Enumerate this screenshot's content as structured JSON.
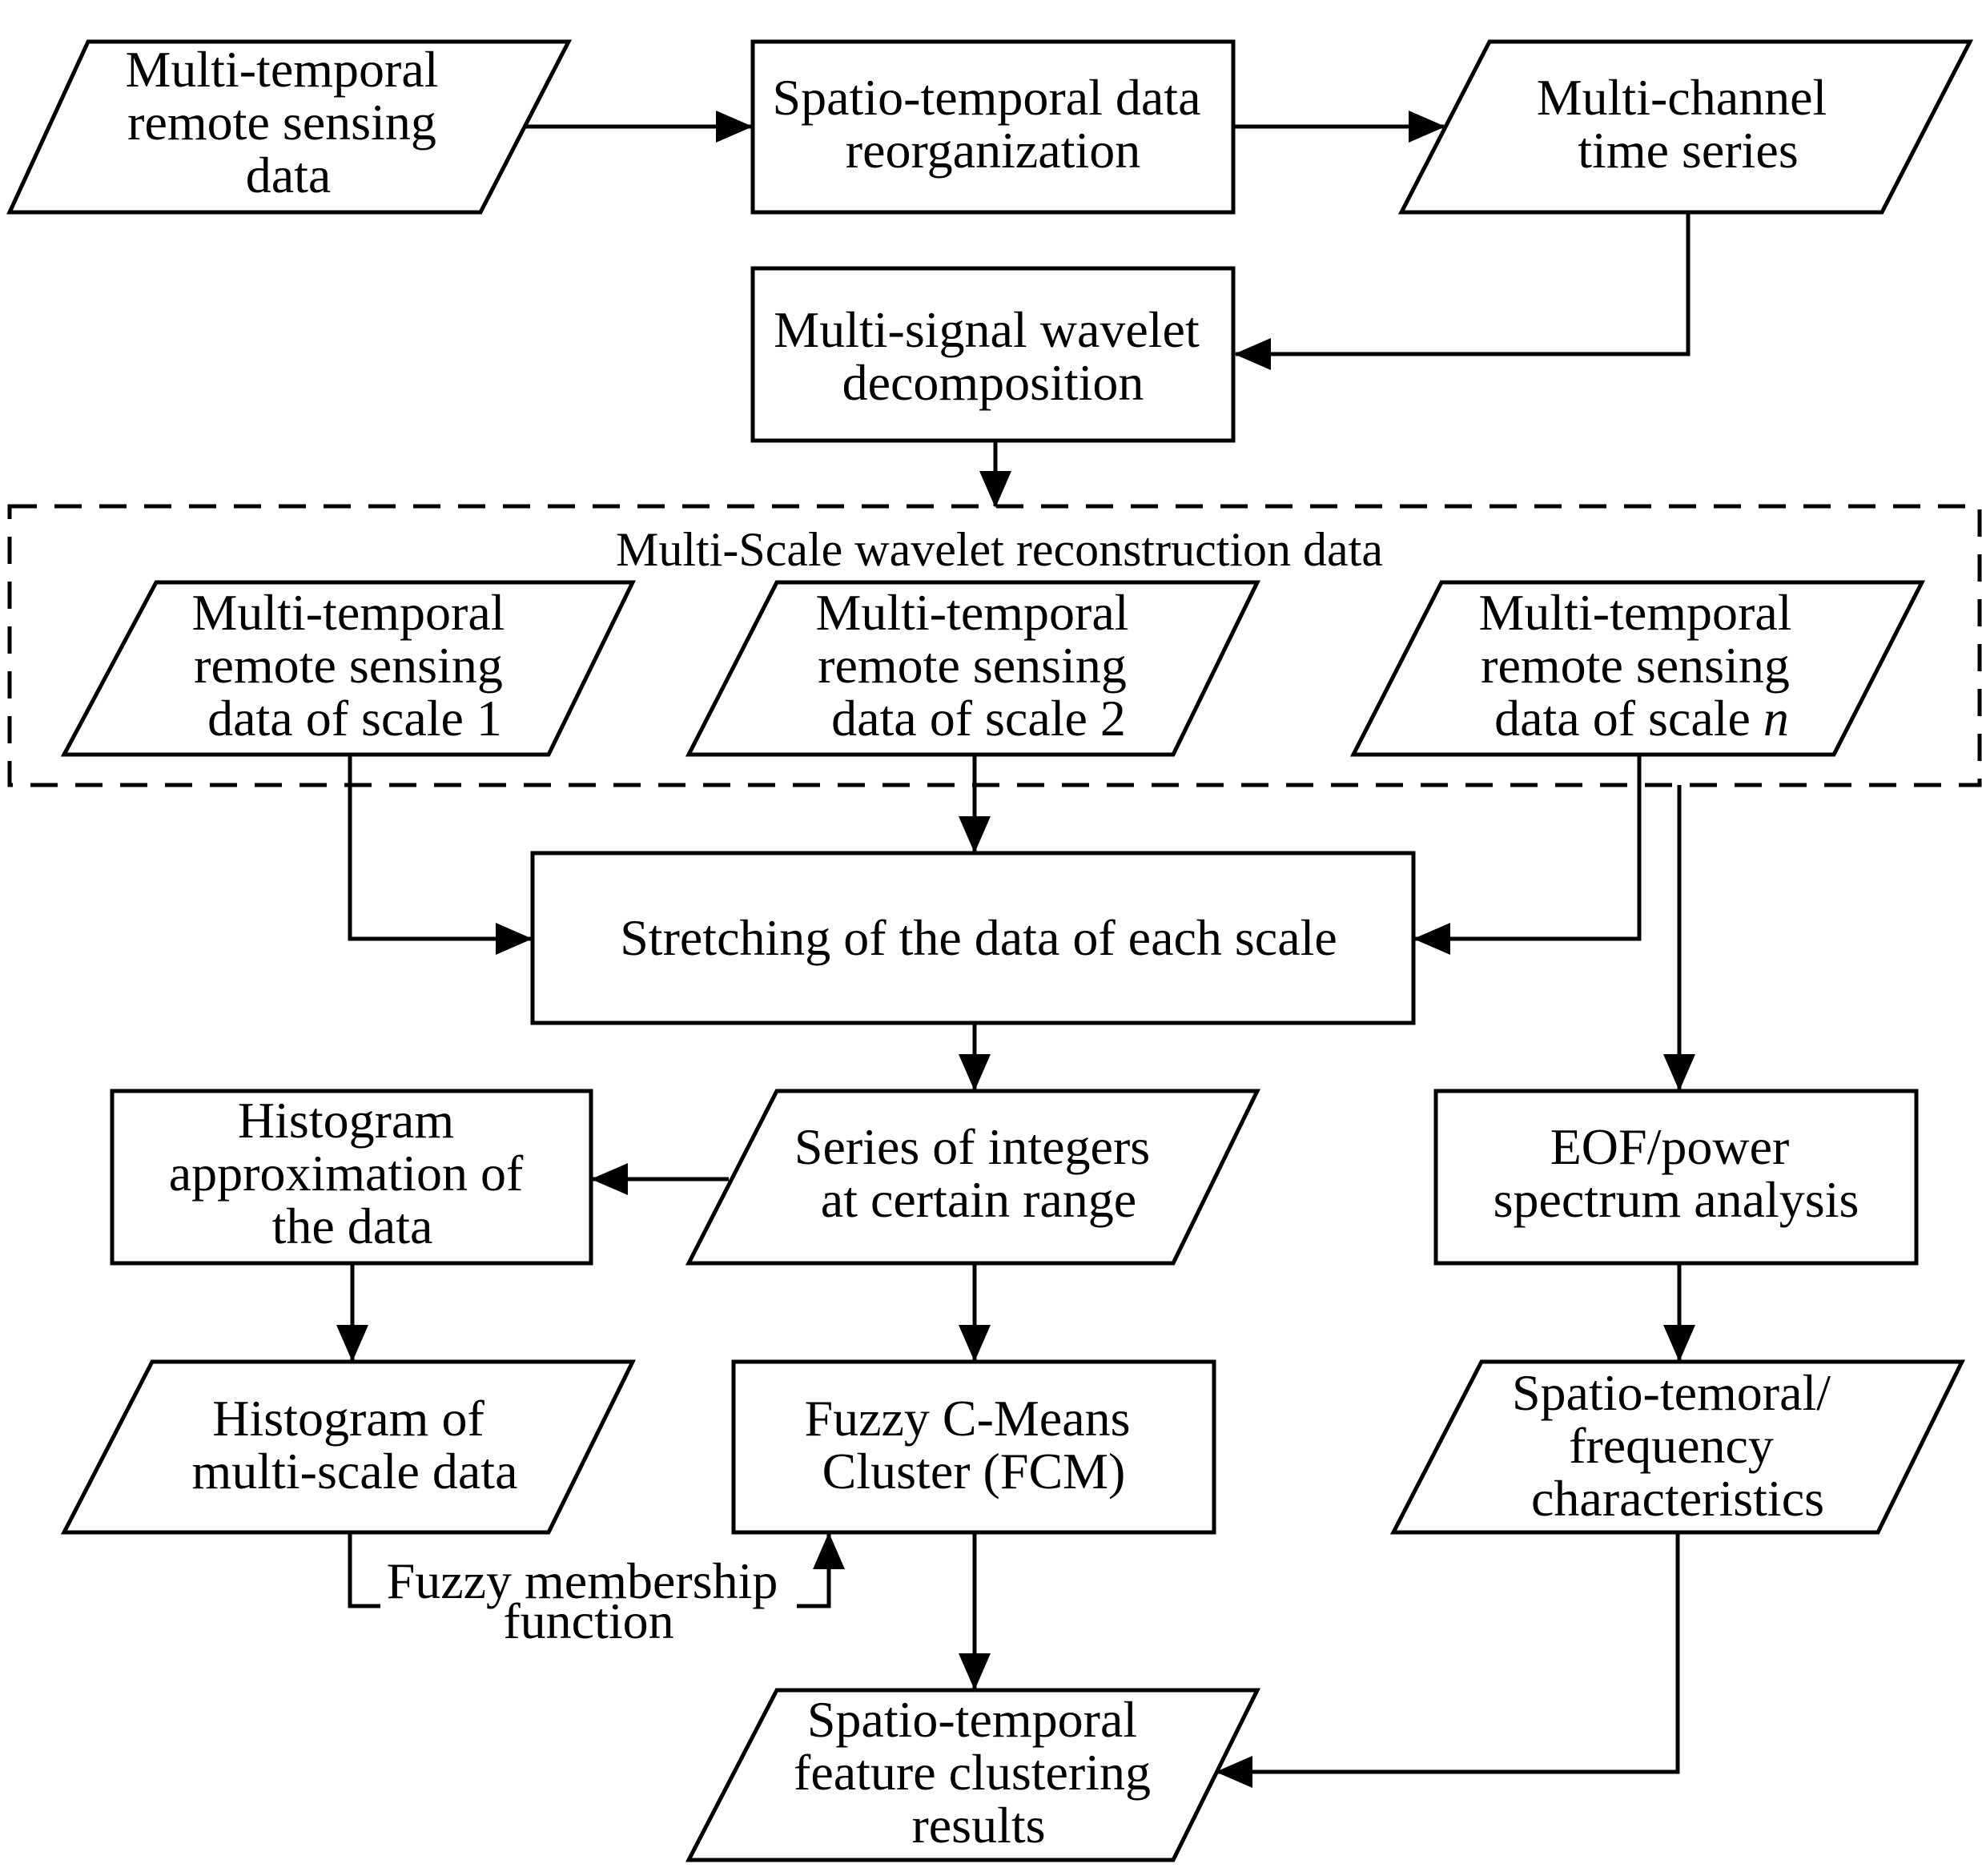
{
  "nodes": {
    "input_data": {
      "lines": [
        "Multi-temporal",
        "remote sensing",
        "data"
      ]
    },
    "reorganization": {
      "lines": [
        "Spatio-temporal data",
        "reorganization"
      ]
    },
    "time_series": {
      "lines": [
        "Multi-channel",
        "time series"
      ]
    },
    "wavelet_decomposition": {
      "lines": [
        "Multi-signal wavelet",
        "decomposition"
      ]
    },
    "reconstruction_group_label": "Multi-Scale wavelet reconstruction data",
    "scale_1": {
      "lines": [
        "Multi-temporal",
        "remote sensing",
        "data of scale 1"
      ]
    },
    "scale_2": {
      "lines": [
        "Multi-temporal",
        "remote sensing",
        "data of scale 2"
      ]
    },
    "scale_n": {
      "lines": [
        "Multi-temporal",
        "remote sensing",
        "data of scale "
      ],
      "italic_suffix": "n"
    },
    "stretching": {
      "lines": [
        "Stretching of the data of each scale"
      ]
    },
    "integer_series": {
      "lines": [
        "Series of integers",
        "at certain range"
      ]
    },
    "histogram_approx": {
      "lines": [
        "Histogram",
        "approximation of",
        "the data"
      ]
    },
    "eof_analysis": {
      "lines": [
        "EOF/power",
        "spectrum analysis"
      ]
    },
    "histogram_multiscale": {
      "lines": [
        "Histogram of",
        "multi-scale data"
      ]
    },
    "fcm": {
      "lines": [
        "Fuzzy C-Means",
        "Cluster (FCM)"
      ]
    },
    "characteristics": {
      "lines": [
        "Spatio-temoral/",
        "frequency",
        "characteristics"
      ]
    },
    "membership_label": {
      "lines": [
        "Fuzzy membership",
        "function"
      ]
    },
    "clustering_results": {
      "lines": [
        "Spatio-temporal",
        "feature clustering",
        "results"
      ]
    }
  }
}
